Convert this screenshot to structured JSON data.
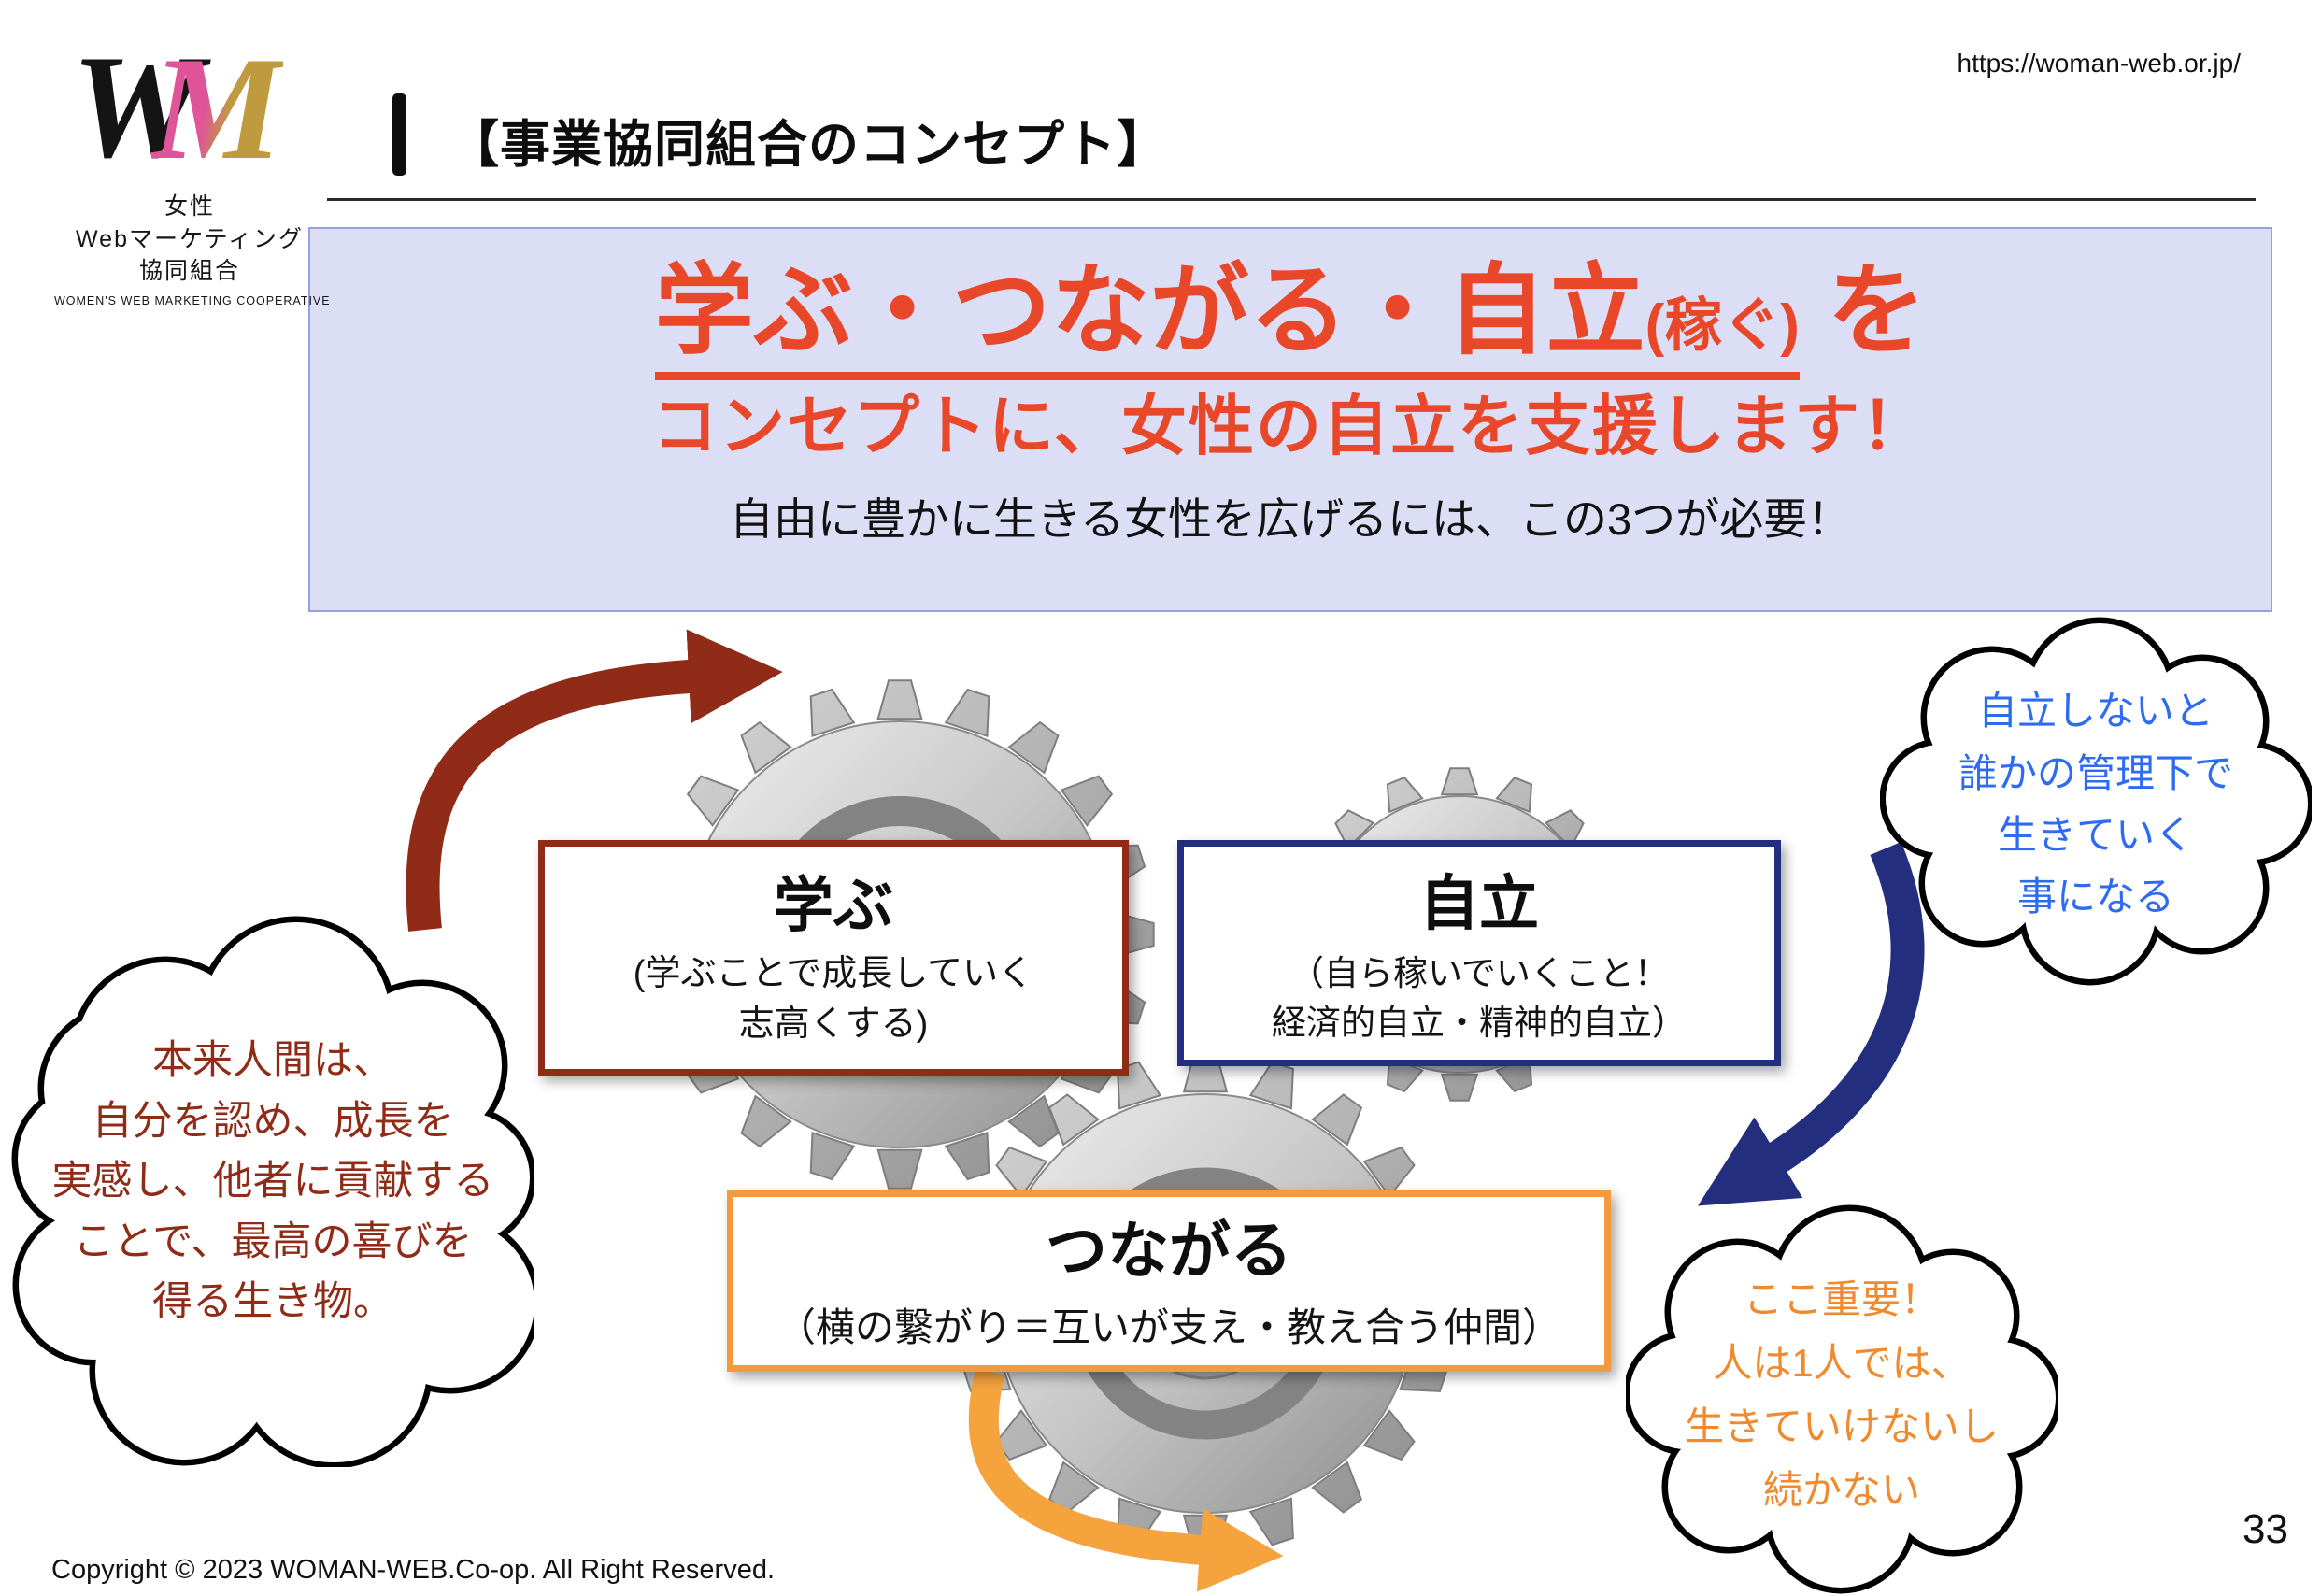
{
  "page": {
    "url": "https://woman-web.or.jp/",
    "page_number": "33",
    "copyright": "Copyright © 2023 WOMAN-WEB.Co-op.  All Right Reserved."
  },
  "logo": {
    "monogram_w": "W",
    "monogram_m": "M",
    "line1": "女性",
    "line2": "Webマーケティング",
    "line3": "協同組合",
    "subtitle": "WOMEN'S WEB MARKETING COOPERATIVE"
  },
  "header": {
    "title": "【事業協同組合のコンセプト】"
  },
  "banner": {
    "line1_main": "学ぶ・つながる・自立",
    "line1_paren": "(稼ぐ)",
    "line1_suffix": " を",
    "line2": "コンセプトに、女性の自立を支援します！",
    "line3": "自由に豊かに生きる女性を広げるには、この3つが必要！"
  },
  "boxes": {
    "manabu": {
      "title": "学ぶ",
      "desc_line1": "(学ぶことで成長していく",
      "desc_line2": "志高くする)"
    },
    "jiritsu": {
      "title": "自立",
      "desc_line1": "（自ら稼いでいくこと！",
      "desc_line2": "経済的自立・精神的自立）"
    },
    "tsunagaru": {
      "title": "つながる",
      "desc": "（横の繋がり＝互いが支え・教え合う仲間）"
    }
  },
  "clouds": {
    "left": {
      "lines": [
        "本来人間は、",
        "自分を認め、成長を",
        "実感し、他者に貢献する",
        "ことで、最高の喜びを",
        "得る生き物。"
      ]
    },
    "right_top": {
      "lines": [
        "自立しないと",
        "誰かの管理下で",
        "生きていく",
        "事になる"
      ]
    },
    "right_bottom": {
      "lines": [
        "ここ重要！",
        "人は1人では、",
        "生きていけないし",
        "続かない"
      ]
    }
  },
  "colors": {
    "accent_red": "#e9472a",
    "dark_red": "#8f2b16",
    "navy": "#232f7e",
    "blue_text": "#2d6bf2",
    "orange": "#f29a3d",
    "banner_bg": "#dbdef4"
  }
}
